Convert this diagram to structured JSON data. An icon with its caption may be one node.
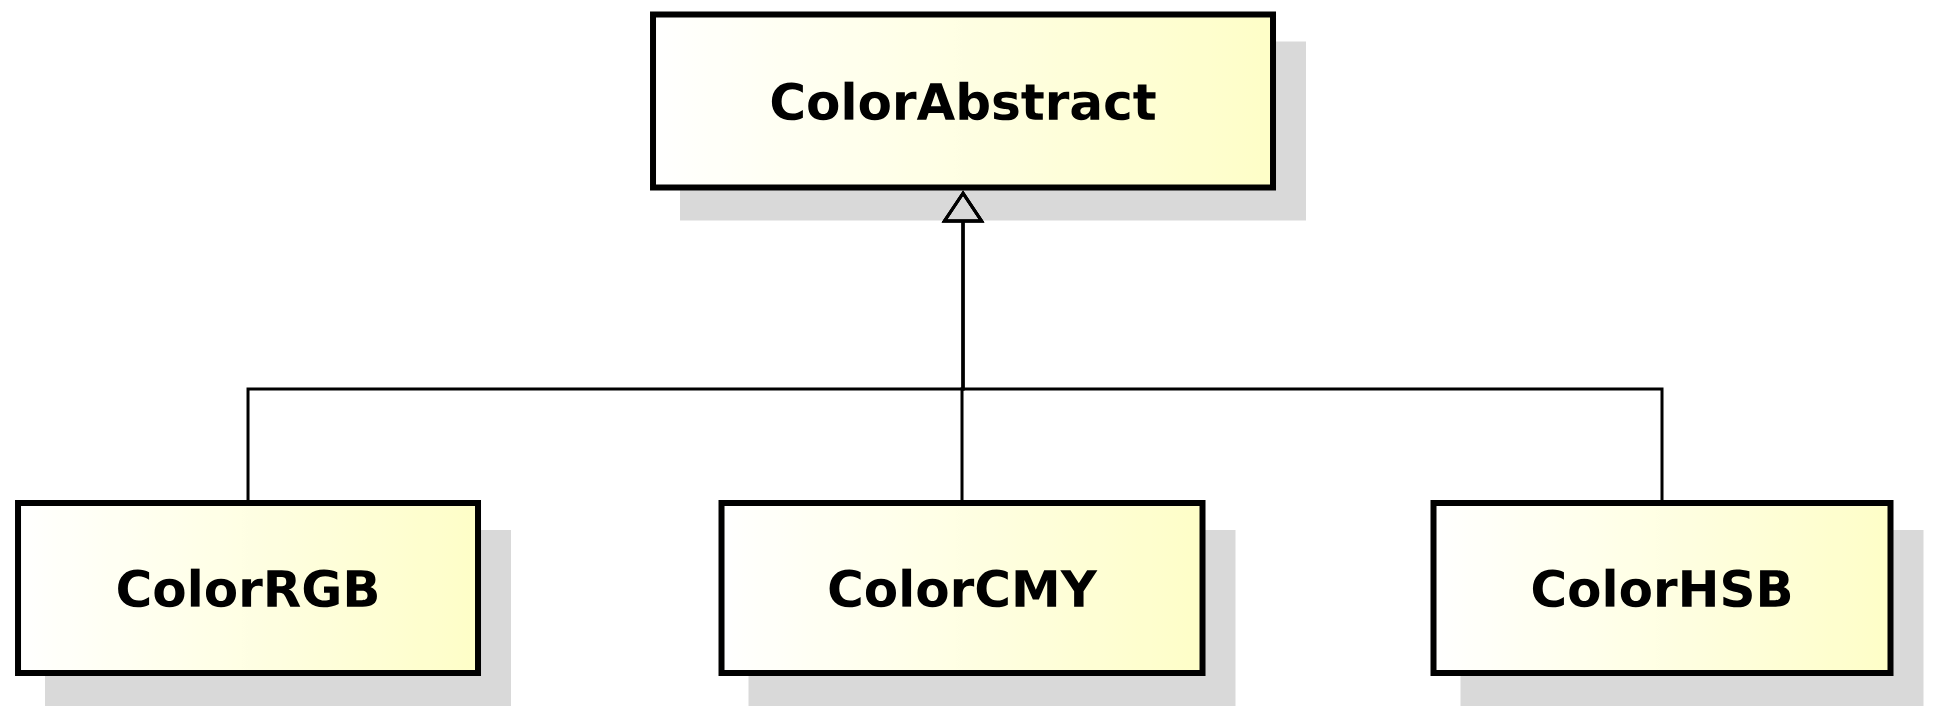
{
  "diagram": {
    "nodes": [
      {
        "text": [
          "ColorAbstract"
        ]
      },
      {
        "text": [
          "ColorRGB"
        ]
      },
      {
        "text": [
          "ColorCMY"
        ]
      },
      {
        "text": [
          "ColorHSB"
        ]
      }
    ],
    "edges": [
      {
        "from": 1,
        "to": 0,
        "arrow": "to"
      },
      {
        "from": 2,
        "to": 0,
        "arrow": "to"
      },
      {
        "from": 3,
        "to": 0,
        "arrow": "to"
      }
    ]
  }
}
